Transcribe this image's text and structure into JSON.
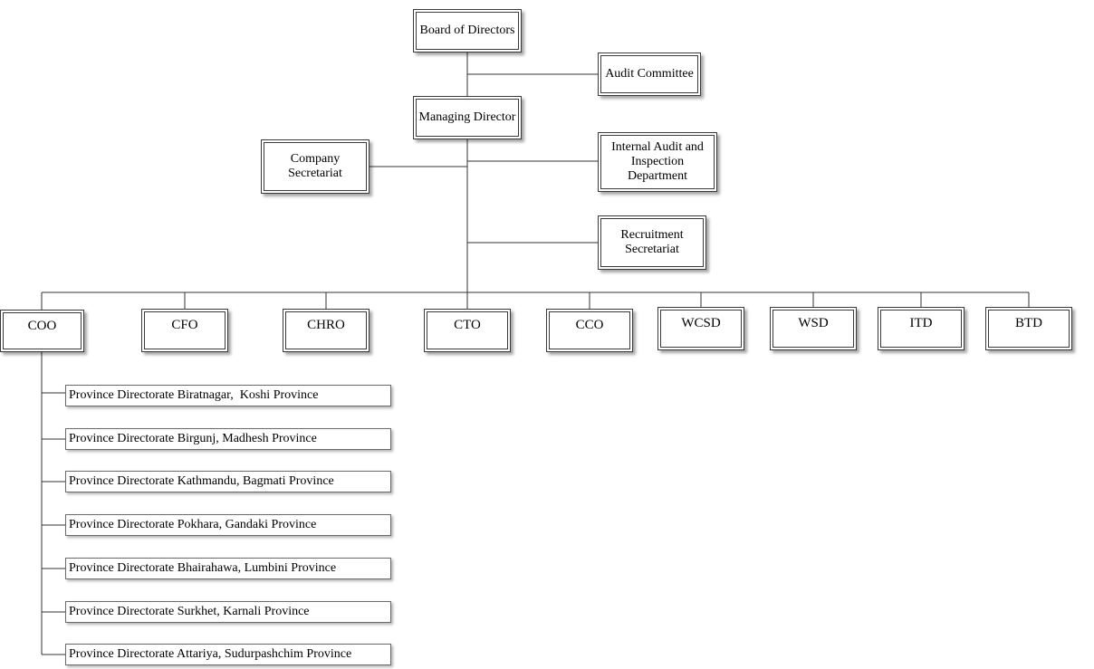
{
  "org_chart": {
    "board": "Board of Directors",
    "audit_committee": "Audit Committee",
    "managing_director": "Managing Director",
    "company_secretariat": "Company Secretariat",
    "internal_audit": "Internal Audit and Inspection Department",
    "recruitment": "Recruitment Secretariat",
    "executives": [
      "COO",
      "CFO",
      "CHRO",
      "CTO",
      "CCO",
      "WCSD",
      "WSD",
      "ITD",
      "BTD"
    ],
    "province_directorates": [
      "Province Directorate Biratnagar,  Koshi Province",
      "Province Directorate Birgunj, Madhesh Province",
      "Province Directorate Kathmandu, Bagmati Province",
      "Province Directorate Pokhara, Gandaki Province",
      "Province Directorate Bhairahawa, Lumbini Province",
      "Province Directorate Surkhet, Karnali Province",
      "Province Directorate Attariya, Sudurpashchim Province"
    ]
  }
}
